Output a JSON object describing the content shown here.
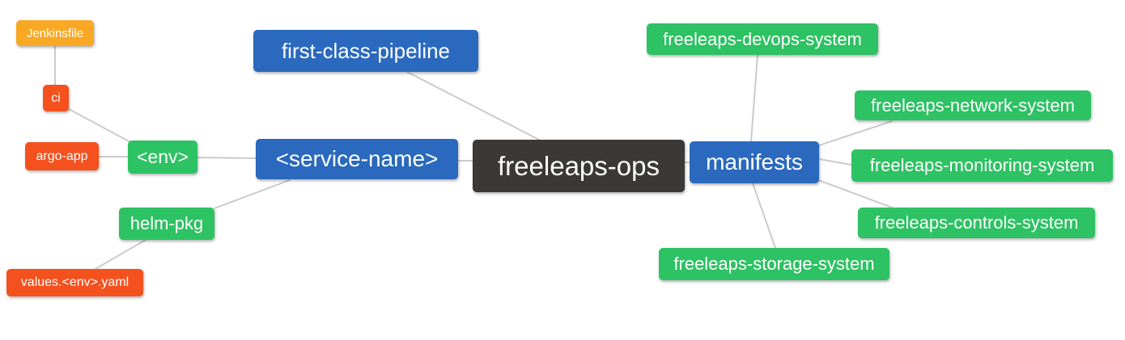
{
  "diagram": {
    "type": "mindmap",
    "root_label": "freeleaps-ops",
    "palette": {
      "root_bg": "#3b3835",
      "branch_blue_bg": "#2a69be",
      "node_green_bg": "#2dc263",
      "node_red_bg": "#f4511e",
      "node_orange_bg": "#f9a825",
      "edge_line": "#cbcbcb",
      "node_text": "#ffffff",
      "background": "#ffffff"
    },
    "nodes": [
      {
        "id": "jenkinsfile",
        "label": "Jenkinsfile",
        "color": "orange",
        "parent": "ci"
      },
      {
        "id": "ci",
        "label": "ci",
        "color": "red",
        "parent": "env"
      },
      {
        "id": "argo-app",
        "label": "argo-app",
        "color": "red",
        "parent": "env"
      },
      {
        "id": "env",
        "label": "<env>",
        "color": "green",
        "parent": "service-name"
      },
      {
        "id": "helm-pkg",
        "label": "helm-pkg",
        "color": "green",
        "parent": "service-name"
      },
      {
        "id": "values-env-yaml",
        "label": "values.<env>.yaml",
        "color": "red",
        "parent": "helm-pkg"
      },
      {
        "id": "first-class-pipeline",
        "label": "first-class-pipeline",
        "color": "blue",
        "parent": "freeleaps-ops"
      },
      {
        "id": "service-name",
        "label": "<service-name>",
        "color": "blue",
        "parent": "freeleaps-ops"
      },
      {
        "id": "freeleaps-ops",
        "label": "freeleaps-ops",
        "color": "dark",
        "parent": null
      },
      {
        "id": "manifests",
        "label": "manifests",
        "color": "blue",
        "parent": "freeleaps-ops"
      },
      {
        "id": "freeleaps-devops-system",
        "label": "freeleaps-devops-system",
        "color": "green",
        "parent": "manifests"
      },
      {
        "id": "freeleaps-network-system",
        "label": "freeleaps-network-system",
        "color": "green",
        "parent": "manifests"
      },
      {
        "id": "freeleaps-monitoring-system",
        "label": "freeleaps-monitoring-system",
        "color": "green",
        "parent": "manifests"
      },
      {
        "id": "freeleaps-controls-system",
        "label": "freeleaps-controls-system",
        "color": "green",
        "parent": "manifests"
      },
      {
        "id": "freeleaps-storage-system",
        "label": "freeleaps-storage-system",
        "color": "green",
        "parent": "manifests"
      }
    ],
    "edges": [
      [
        "jenkinsfile",
        "ci"
      ],
      [
        "ci",
        "env"
      ],
      [
        "argo-app",
        "env"
      ],
      [
        "env",
        "service-name"
      ],
      [
        "helm-pkg",
        "service-name"
      ],
      [
        "values-env-yaml",
        "helm-pkg"
      ],
      [
        "first-class-pipeline",
        "freeleaps-ops"
      ],
      [
        "service-name",
        "freeleaps-ops"
      ],
      [
        "freeleaps-ops",
        "manifests"
      ],
      [
        "manifests",
        "freeleaps-devops-system"
      ],
      [
        "manifests",
        "freeleaps-network-system"
      ],
      [
        "manifests",
        "freeleaps-monitoring-system"
      ],
      [
        "manifests",
        "freeleaps-controls-system"
      ],
      [
        "manifests",
        "freeleaps-storage-system"
      ]
    ]
  }
}
